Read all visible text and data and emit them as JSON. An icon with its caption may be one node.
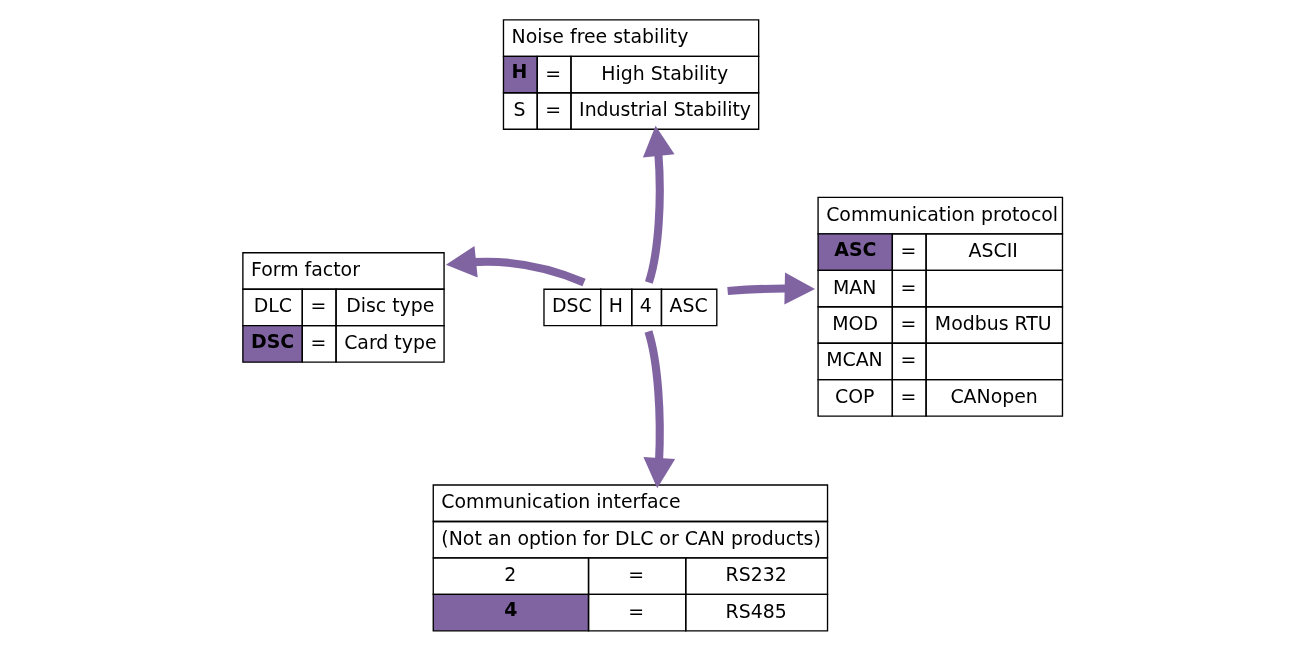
{
  "diagram": {
    "nodes": [
      {
        "text": [
          "Noise free stability",
          "H",
          "=",
          "High Stability",
          "S",
          "=",
          "Industrial Stability"
        ]
      },
      {
        "text": [
          "Form factor",
          "DLC",
          "=",
          "Disc type",
          "DSC",
          "=",
          "Card type"
        ]
      },
      {
        "text": [
          "DSC",
          "H",
          "4",
          "ASC"
        ]
      },
      {
        "text": [
          "Communication protocol",
          "ASC",
          "=",
          "ASCII",
          "MAN",
          "=",
          "MOD",
          "=",
          "Modbus RTU",
          "MCAN",
          "=",
          "COP",
          "=",
          "CANopen"
        ]
      },
      {
        "text": [
          "Communication interface",
          "(Not an option for DLC or CAN products)",
          "2",
          "=",
          "RS232",
          "4",
          "=",
          "RS485"
        ]
      }
    ],
    "edges": [
      {
        "from": 2,
        "to": 0,
        "arrow": "to"
      },
      {
        "from": 2,
        "to": 1,
        "arrow": "to"
      },
      {
        "from": 2,
        "to": 3,
        "arrow": "to"
      },
      {
        "from": 2,
        "to": 4,
        "arrow": "to"
      }
    ]
  }
}
